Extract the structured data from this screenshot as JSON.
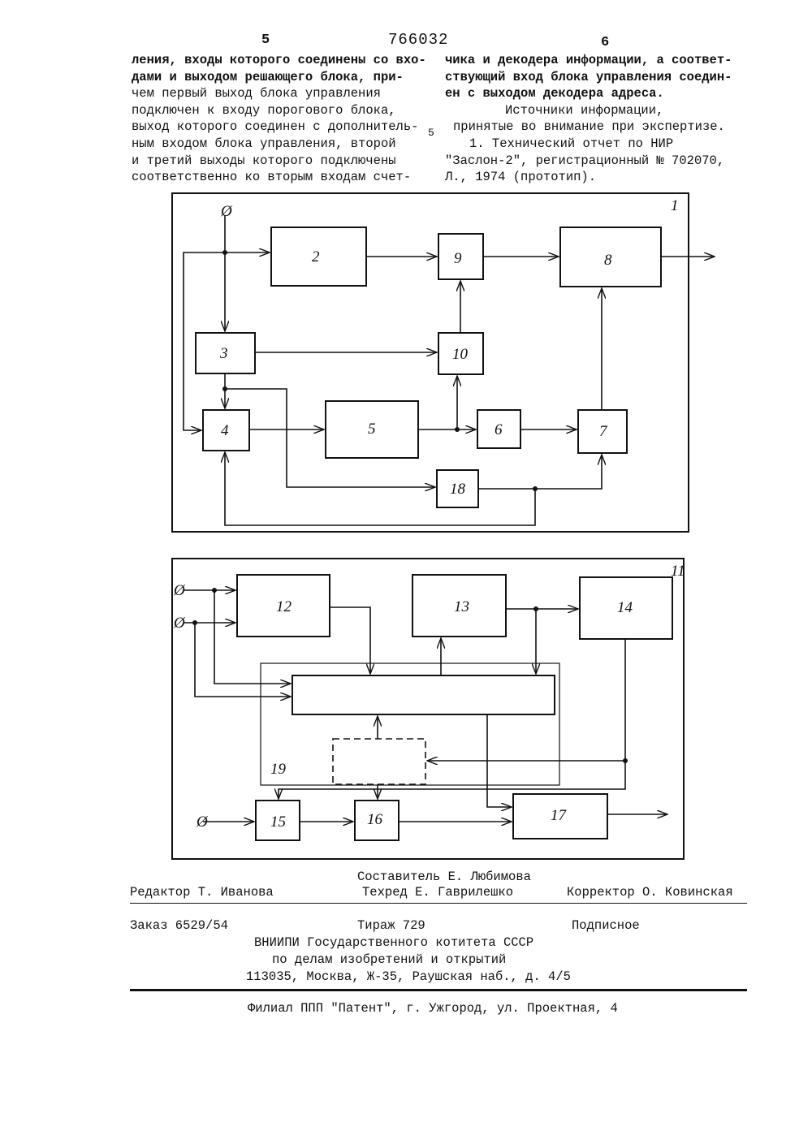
{
  "header": {
    "page_left": "5",
    "patent_number": "766032",
    "page_right": "6"
  },
  "left_column": [
    "ления, входы которого соединены со вхо-",
    "дами и выходом решающего блока, при-",
    "чем первый выход блока управления",
    "подключен к входу порогового блока,",
    "выход которого соединен с дополнитель-",
    "ным входом блока управления, второй",
    "и третий выходы которого подключены",
    "соответственно ко вторым входам счет-"
  ],
  "right_column": [
    "чика и декодера информации, а соответ-",
    "ствующий вход блока управления соедин-",
    "ен с выходом декодера адреса.",
    "Источники информации,",
    "принятые во внимание при экспертизе.",
    "1. Технический отчет по НИР",
    "\"Заслон-2\", регистрационный № 702070,",
    "Л., 1974 (прототип)."
  ],
  "line_number": "5",
  "figure": {
    "top_frame_label": "1",
    "bottom_frame_label": "11",
    "sub_frame_label": "19",
    "terminal_symbol": "Ø",
    "blocks": {
      "b2": "2",
      "b3": "3",
      "b4": "4",
      "b5": "5",
      "b6": "6",
      "b7": "7",
      "b8": "8",
      "b9": "9",
      "b10": "10",
      "b12": "12",
      "b13": "13",
      "b14": "14",
      "b15": "15",
      "b16": "16",
      "b17": "17",
      "b18": "18"
    }
  },
  "imprint": {
    "compiler": "Составитель Е. Любимова",
    "editor": "Редактор Т. Иванова",
    "tech_editor": "Техред Е. Гаврилешко",
    "corrector": "Корректор О. Ковинская",
    "order": "Заказ 6529/54",
    "circulation": "Тираж 729",
    "subscription": "Подписное",
    "org_line1": "ВНИИПИ Государственного котитета СССР",
    "org_line2": "по делам изобретений и открытий",
    "org_line3": "113035, Москва, Ж-35, Раушская наб., д. 4/5",
    "branch": "Филиал ППП \"Патент\", г. Ужгород, ул. Проектная, 4"
  }
}
